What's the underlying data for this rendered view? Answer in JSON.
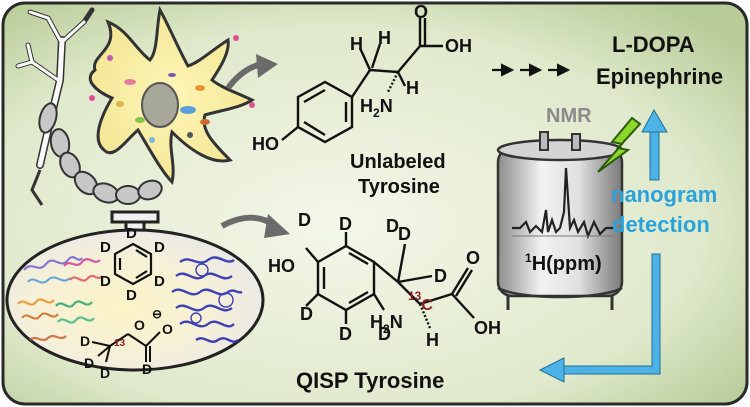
{
  "products": {
    "line1": "L-DOPA",
    "line2": "Epinephrine"
  },
  "nmr": {
    "label": "NMR",
    "axis_prefix": "1",
    "axis_label": "H(ppm)"
  },
  "detection": {
    "line1": "nanogram",
    "line2": "detection"
  },
  "unlabeled": {
    "line1": "Unlabeled",
    "line2": "Tyrosine",
    "atoms": {
      "H": "H",
      "OH": "OH",
      "O": "O",
      "HO": "HO",
      "H2N_H": "H",
      "H2N_sub": "2",
      "H2N_N": "N"
    }
  },
  "qisp": {
    "label": "QISP Tyrosine",
    "atoms": {
      "D": "D",
      "HO": "HO",
      "OH": "OH",
      "O": "O",
      "H": "H",
      "H2N_H": "H",
      "H2N_sub": "2",
      "H2N_N": "N",
      "c13_mass": "13",
      "c13_symbol": "C"
    }
  },
  "flask": {
    "atoms": {
      "D": "D",
      "O": "O",
      "charge": "⊖",
      "c13": "13"
    }
  },
  "colors": {
    "background": "#d9e6c4",
    "frame": "#2a2a2a",
    "detection_text": "#2aa3dc",
    "arrow_blue": "#4db3e6",
    "label13c": "#8b2323",
    "bolt": "#8ad82a",
    "arrow_gray": "#6b6b6b"
  },
  "icons": [
    "neuron-illustration",
    "bioreactor-flask-icon",
    "nmr-magnet-icon",
    "lightning-bolt-icon",
    "enzyme-ribbon-icon"
  ]
}
